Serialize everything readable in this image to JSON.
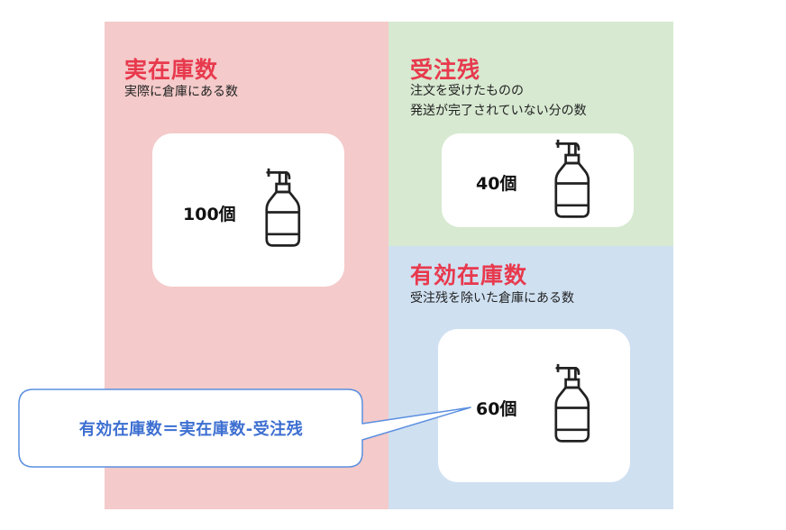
{
  "actual_stock": {
    "title": "実在庫数",
    "description": "実際に倉庫にある数",
    "quantity": "100個",
    "icon": "pump-bottle-icon"
  },
  "order_backlog": {
    "title": "受注残",
    "description_line1": "注文を受けたものの",
    "description_line2": "発送が完了されていない分の数",
    "quantity": "40個",
    "icon": "pump-bottle-icon"
  },
  "effective_stock": {
    "title": "有効在庫数",
    "description": "受注残を除いた倉庫にある数",
    "quantity": "60個",
    "icon": "pump-bottle-icon"
  },
  "formula_callout": {
    "text": "有効在庫数＝実在庫数-受注残"
  },
  "colors": {
    "actual_bg": "#f4caca",
    "backlog_bg": "#d7e9d1",
    "effective_bg": "#cfe0f1",
    "title_accent": "#e8394d",
    "callout_text": "#3d6fd1",
    "callout_border": "#5b8fe0"
  }
}
